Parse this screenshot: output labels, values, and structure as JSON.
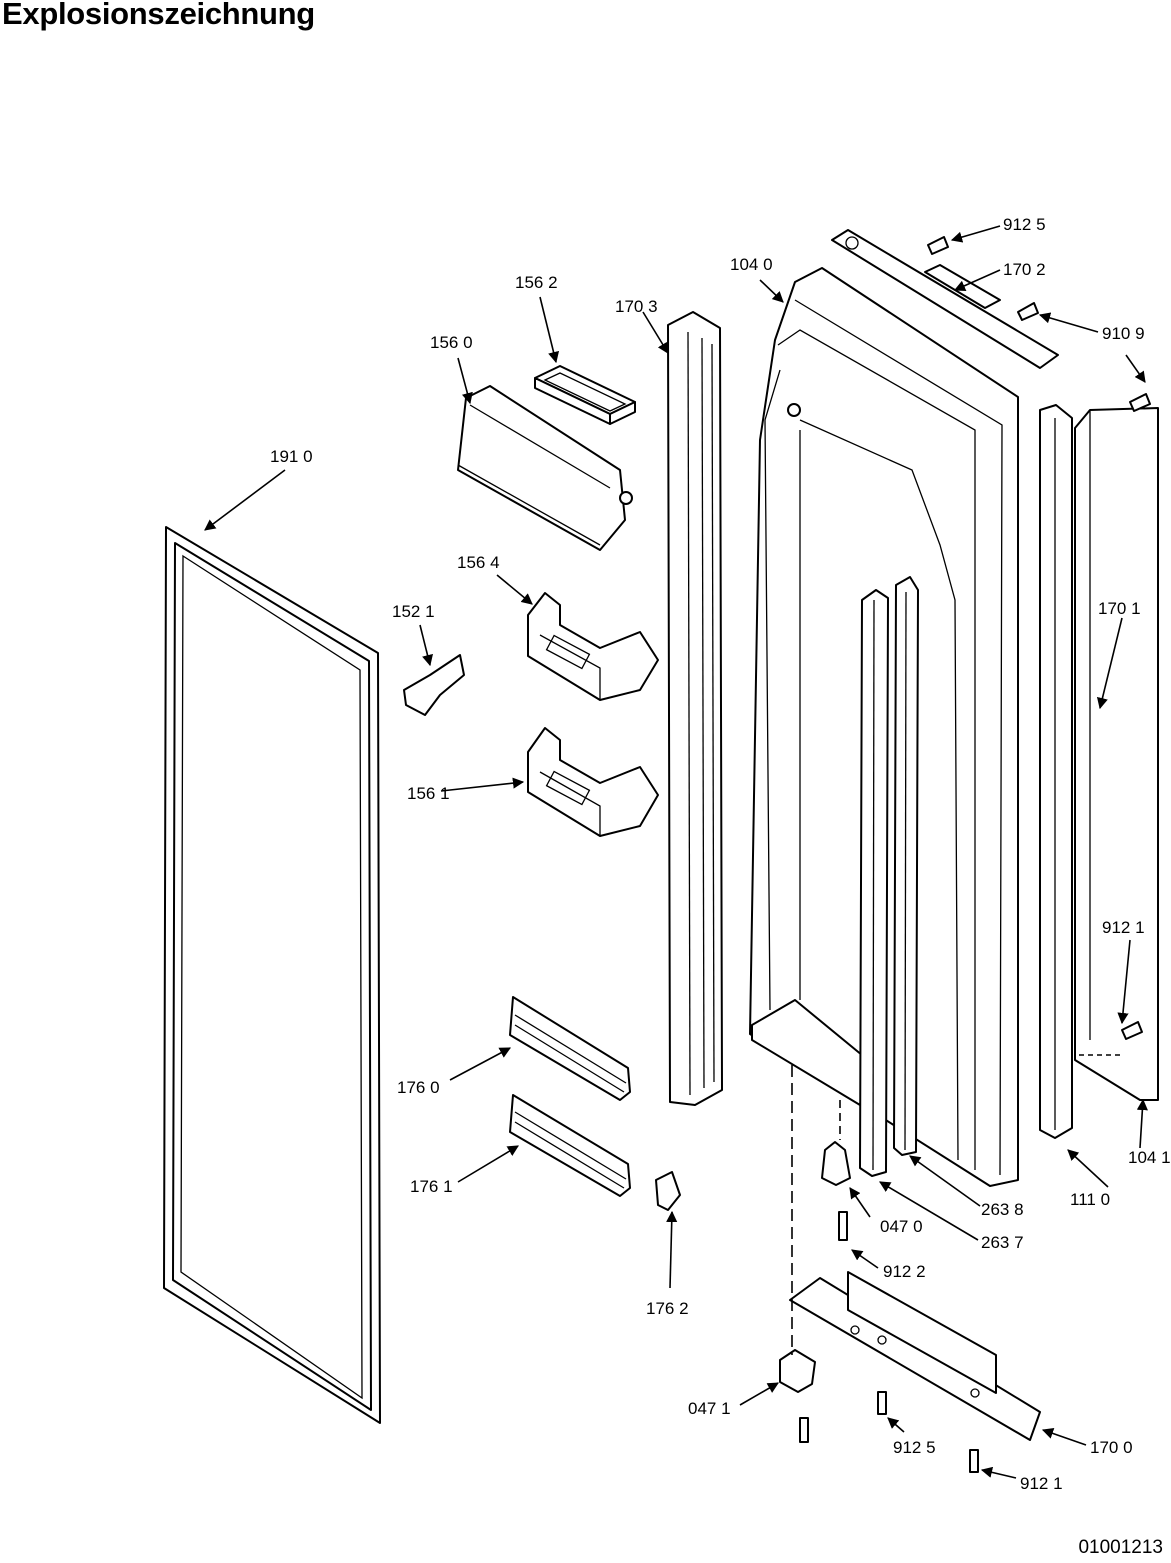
{
  "page": {
    "title": "Explosionszeichnung",
    "doc_number": "01001213"
  },
  "callouts": {
    "p9125_top": "912 5",
    "p1702": "170 2",
    "p1040": "104 0",
    "p1562": "156 2",
    "p1703": "170 3",
    "p9109": "910 9",
    "p1560": "156 0",
    "p1910": "191 0",
    "p1564": "156 4",
    "p1521": "152 1",
    "p1701": "170 1",
    "p1561": "156 1",
    "p9121_right": "912 1",
    "p1760": "176 0",
    "p1041": "104 1",
    "p1761": "176 1",
    "p1110": "111 0",
    "p2638": "263 8",
    "p0470": "047 0",
    "p2637": "263 7",
    "p9122": "912 2",
    "p1762": "176 2",
    "p0471": "047 1",
    "p9125_bottom": "912 5",
    "p1700": "170 0",
    "p9121_bottom": "912 1"
  }
}
